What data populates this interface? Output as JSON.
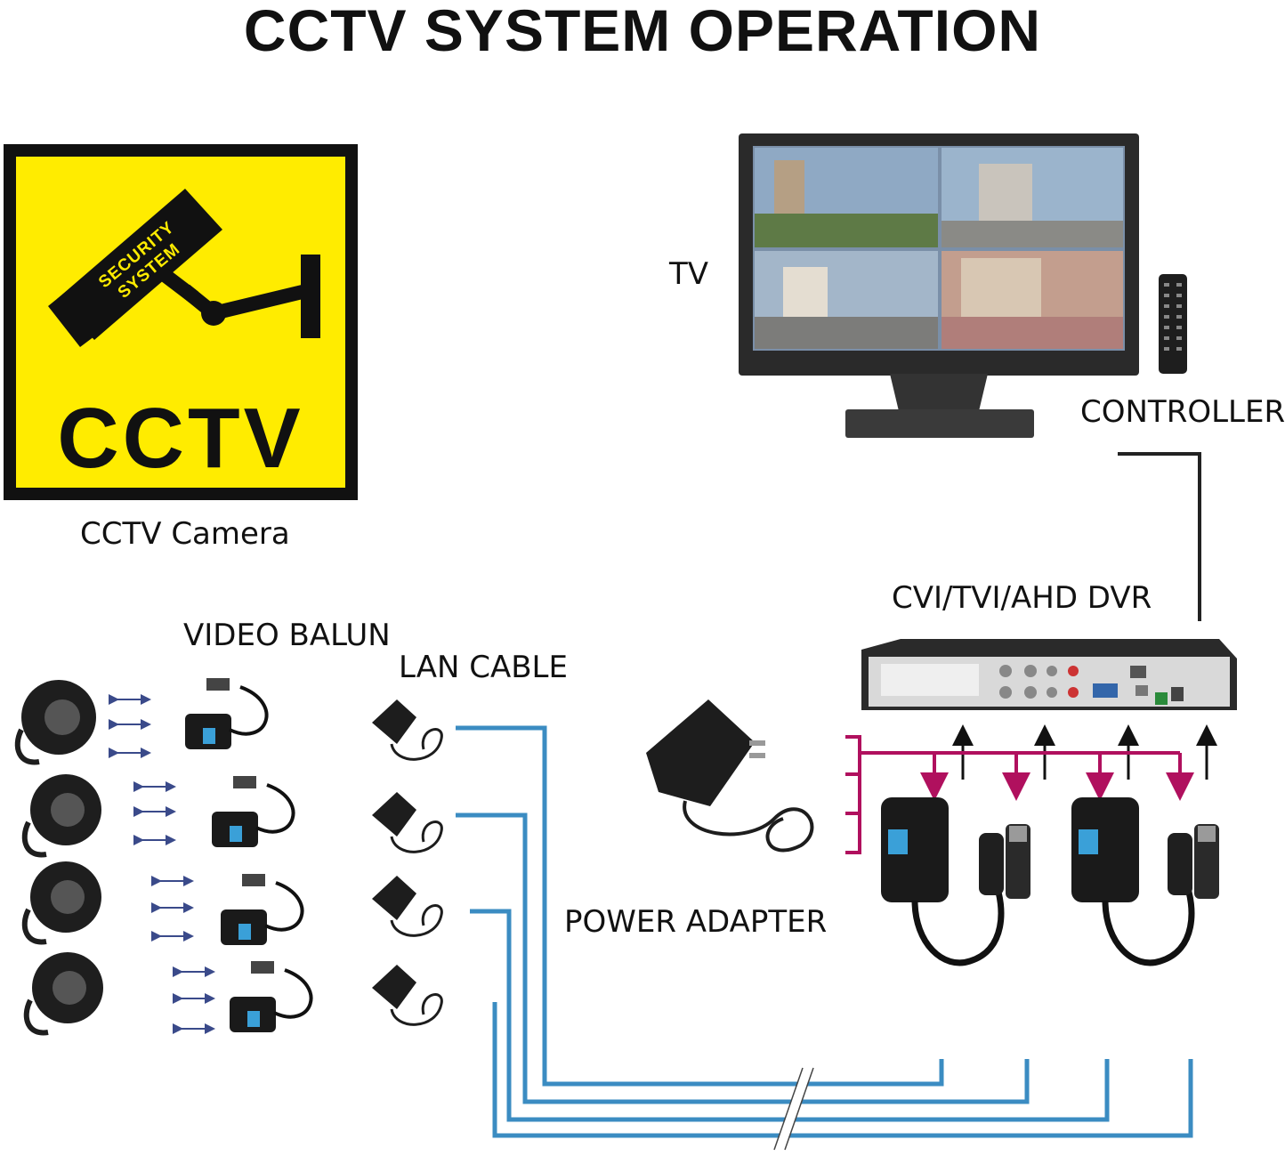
{
  "title": "CCTV SYSTEM OPERATION",
  "sign": {
    "line1": "SECURITY",
    "line2": "SYSTEM",
    "big_text": "CCTV"
  },
  "labels": {
    "cctv_camera": "CCTV Camera",
    "tv": "TV",
    "controller": "CONTROLLER",
    "dvr": "CVI/TVI/AHD DVR",
    "video_balun": "VIDEO BALUN",
    "lan_cable": "LAN CABLE",
    "power_adapter": "POWER ADAPTER"
  },
  "colors": {
    "sign_yellow": "#ffec00",
    "lan_blue": "#3b8cc2",
    "signal_magenta": "#b0105e",
    "device_black": "#1a1a1a"
  },
  "icons": [
    "dome-camera-icon",
    "video-balun-icon",
    "power-adapter-icon",
    "remote-control-icon",
    "monitor-icon",
    "dvr-icon"
  ]
}
